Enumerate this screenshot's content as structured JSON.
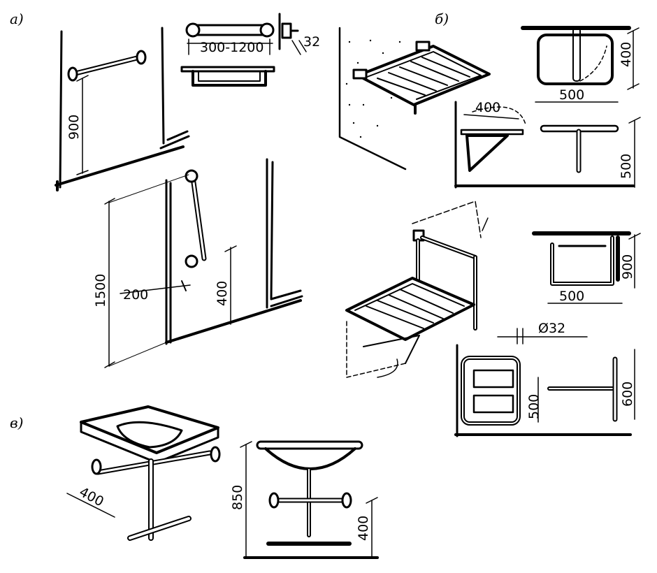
{
  "panels": {
    "a": {
      "label": "а)",
      "dims": {
        "grab_height": "900",
        "grab_length": "300-1200",
        "grab_dia": "32",
        "vert_height": "1500",
        "vert_offset": "200",
        "vert_low": "400"
      }
    },
    "b": {
      "label": "б)",
      "dims": {
        "seat_top_depth": "400",
        "seat_top_width": "500",
        "seat_side_depth": "400",
        "seat_side_height": "500",
        "chair_top_depth": "900",
        "chair_top_width": "500",
        "chair_pipe_dia": "Ø32",
        "chair_front_height": "500",
        "chair_side_height": "600"
      }
    },
    "v": {
      "label": "в)",
      "dims": {
        "sink_offset": "400",
        "sink_height": "850",
        "sink_pipe_height": "400"
      }
    }
  }
}
